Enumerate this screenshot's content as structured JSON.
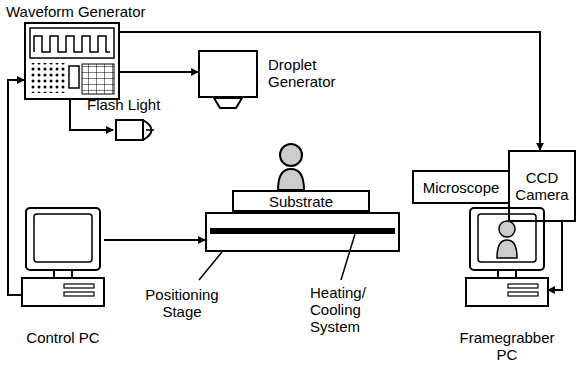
{
  "diagram": {
    "nodes": [
      {
        "text": [
          "Waveform Generator"
        ]
      },
      {
        "text": [
          "Droplet Generator"
        ]
      },
      {
        "text": [
          "Flash Light"
        ]
      },
      {
        "text": [
          "Substrate"
        ]
      },
      {
        "text": [
          "Positioning Stage"
        ]
      },
      {
        "text": [
          "Microscope"
        ]
      },
      {
        "text": [
          "CCD Camera"
        ]
      },
      {
        "text": [
          "Control PC"
        ]
      },
      {
        "text": [
          "Framegrabber PC"
        ]
      }
    ],
    "edges": [
      {
        "from": 0,
        "to": 6,
        "arrow": "to"
      },
      {
        "from": 0,
        "to": 1,
        "arrow": "to"
      },
      {
        "from": 0,
        "to": 2,
        "arrow": "to"
      },
      {
        "from": 7,
        "to": 0,
        "arrow": "to"
      },
      {
        "from": 7,
        "to": 4,
        "arrow": "to"
      },
      {
        "from": 6,
        "to": 8,
        "arrow": "to"
      }
    ],
    "labels": [
      "Heating/ Cooling System"
    ]
  }
}
